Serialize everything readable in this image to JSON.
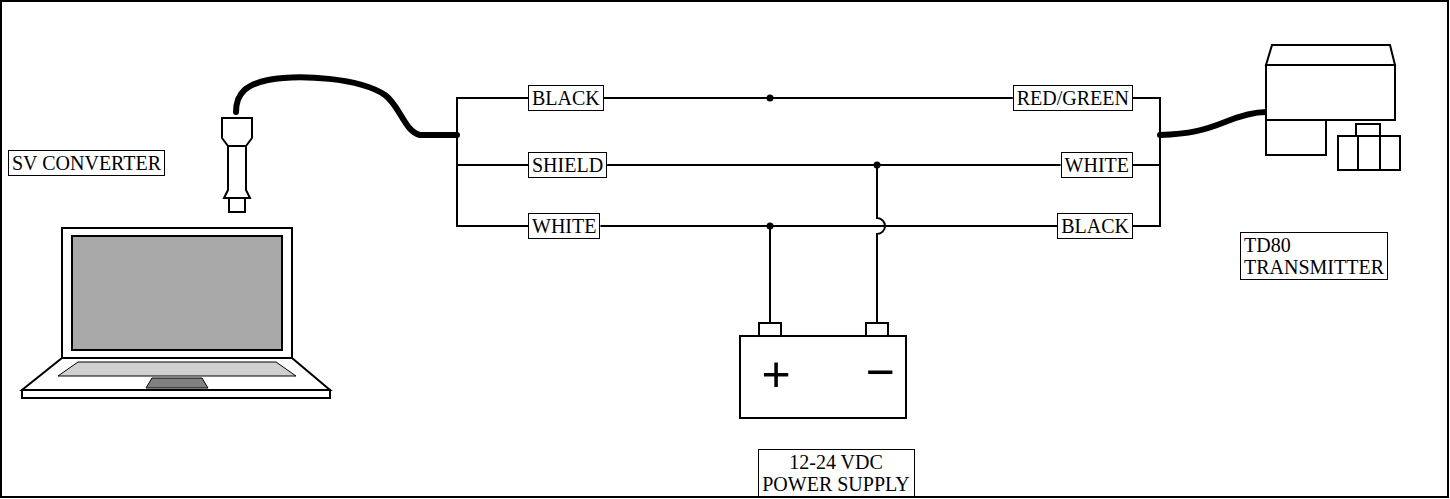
{
  "diagram": {
    "nodes": [
      {
        "text": [
          "SV CONVERTER"
        ]
      },
      {
        "text": [
          "BLACK"
        ]
      },
      {
        "text": [
          "SHIELD"
        ]
      },
      {
        "text": [
          "WHITE"
        ]
      },
      {
        "text": [
          "RED/GREEN"
        ]
      },
      {
        "text": [
          "WHITE"
        ]
      },
      {
        "text": [
          "BLACK"
        ]
      },
      {
        "text": [
          "TD80 TRANSMITTER"
        ]
      },
      {
        "text": [
          "12-24 VDC POWER SUPPLY"
        ]
      }
    ],
    "edges": [
      {
        "from": 1,
        "to": 4,
        "arrow": "none"
      },
      {
        "from": 2,
        "to": 5,
        "arrow": "none"
      },
      {
        "from": 3,
        "to": 6,
        "arrow": "none"
      }
    ],
    "labels": [
      "+",
      "−"
    ]
  }
}
